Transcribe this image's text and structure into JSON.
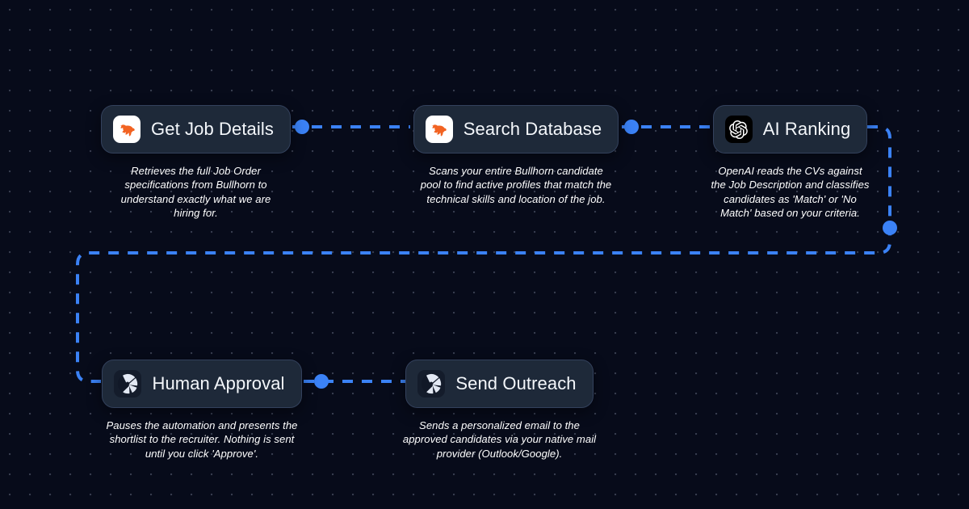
{
  "canvas": {
    "background_color": "#070b1a",
    "grid_dot_color": "#96a0b9",
    "accent_color": "#3b82f6"
  },
  "nodes": [
    {
      "id": "get-job-details",
      "title": "Get Job Details",
      "icon": "bullhorn-logo-icon",
      "icon_background": "#ffffff",
      "icon_color": "#f26322",
      "caption": "Retrieves the full Job Order specifications from Bullhorn to understand exactly what we are hiring for."
    },
    {
      "id": "search-database",
      "title": "Search Database",
      "icon": "bullhorn-logo-icon",
      "icon_background": "#ffffff",
      "icon_color": "#f26322",
      "caption": "Scans your entire Bullhorn candidate pool to find active profiles that match the technical skills and location of the job."
    },
    {
      "id": "ai-ranking",
      "title": "AI Ranking",
      "icon": "openai-logo-icon",
      "icon_background": "#000000",
      "icon_color": "#ffffff",
      "caption": "OpenAI reads the CVs against the Job Description and classifies candidates as 'Match' or 'No Match' based on your criteria."
    },
    {
      "id": "human-approval",
      "title": "Human Approval",
      "icon": "aperture-icon",
      "icon_background": "#141c2b",
      "icon_color": "#dfe6f2",
      "caption": "Pauses the automation and presents the shortlist to the recruiter. Nothing is sent until you click 'Approve'."
    },
    {
      "id": "send-outreach",
      "title": "Send Outreach",
      "icon": "aperture-icon",
      "icon_background": "#141c2b",
      "icon_color": "#dfe6f2",
      "caption": "Sends a personalized email to the approved candidates via your native mail provider (Outlook/Google)."
    }
  ],
  "edges": [
    {
      "id": "edge-get-job-details-to-search-database",
      "from": "get-job-details",
      "to": "search-database",
      "style": "dashed",
      "color": "#3b82f6"
    },
    {
      "id": "edge-search-database-to-ai-ranking",
      "from": "search-database",
      "to": "ai-ranking",
      "style": "dashed",
      "color": "#3b82f6"
    },
    {
      "id": "edge-ai-ranking-to-human-approval",
      "from": "ai-ranking",
      "to": "human-approval",
      "style": "dashed",
      "color": "#3b82f6"
    },
    {
      "id": "edge-human-approval-to-send-outreach",
      "from": "human-approval",
      "to": "send-outreach",
      "style": "dashed",
      "color": "#3b82f6"
    }
  ]
}
